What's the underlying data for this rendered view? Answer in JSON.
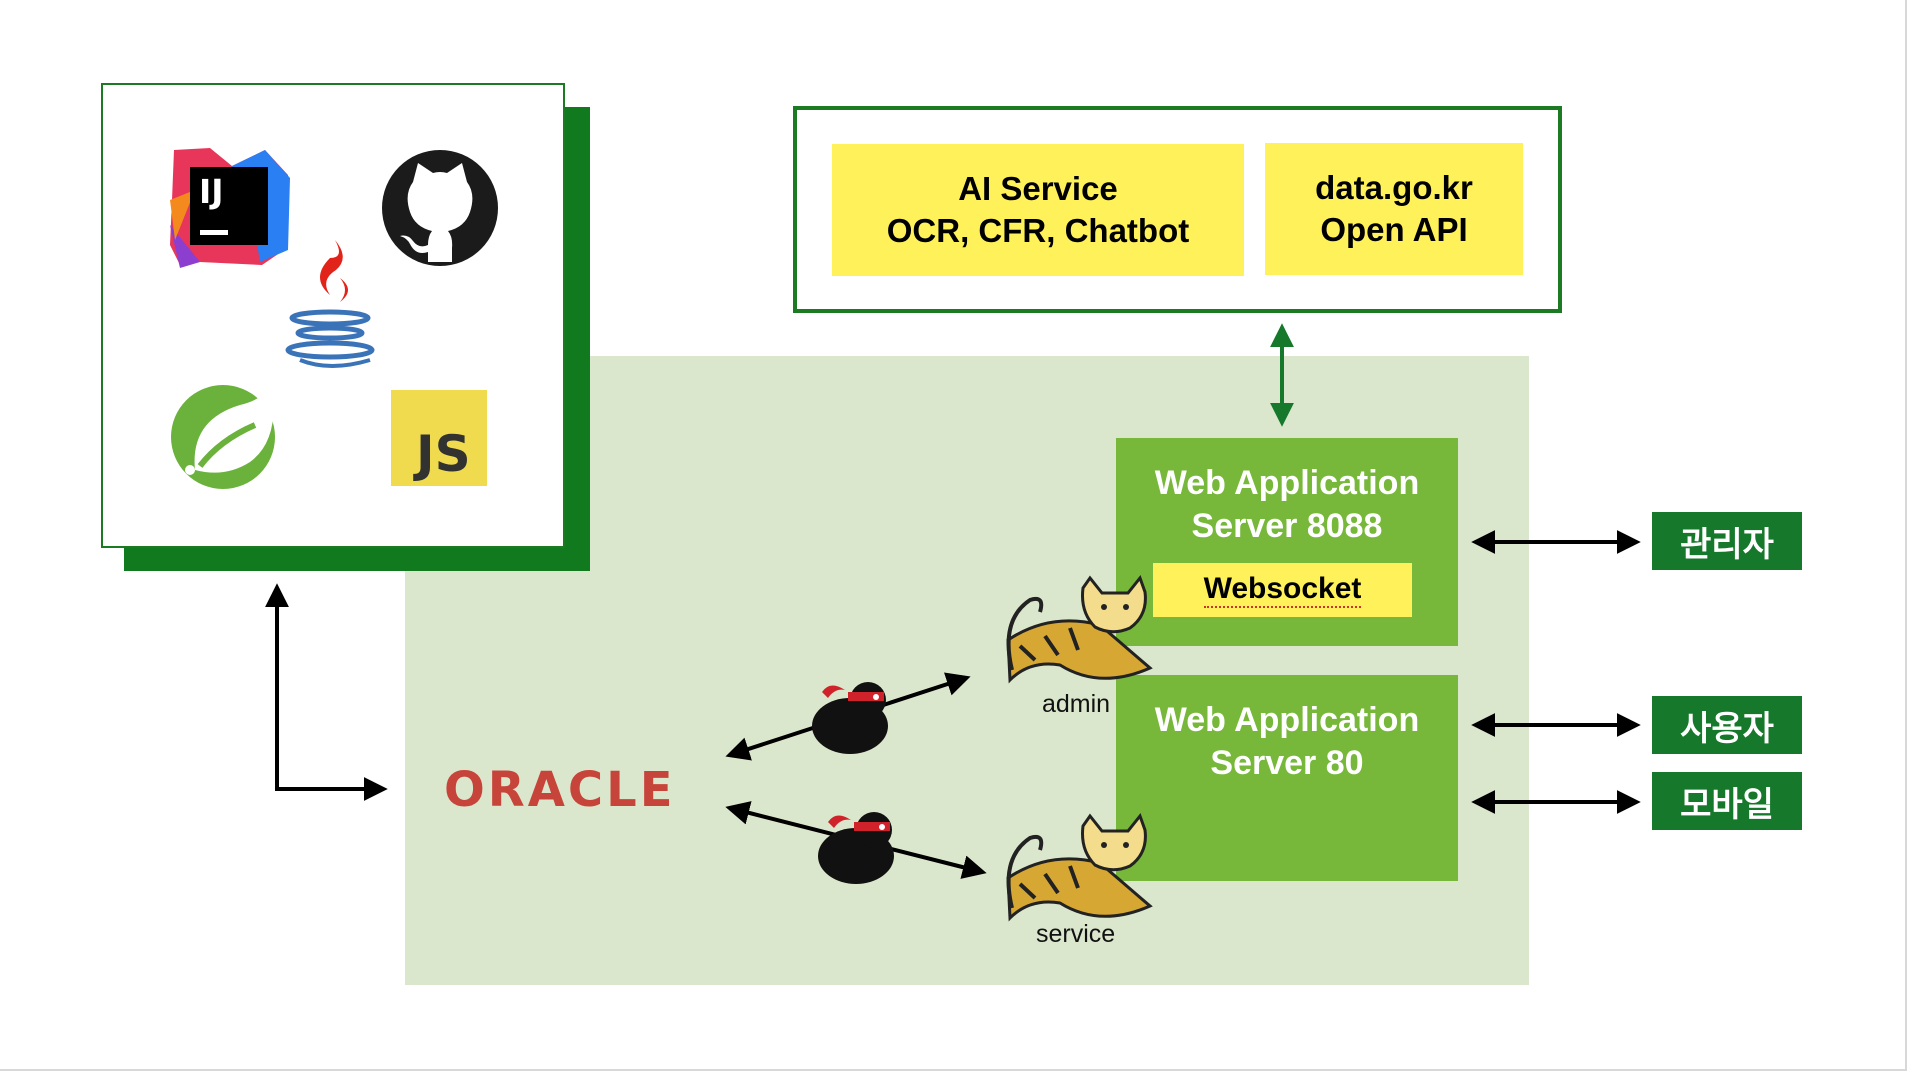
{
  "colors": {
    "dark_green": "#127a1e",
    "zone_green": "#dae7cc",
    "server_green": "#77b83a",
    "yellow": "#fff15a",
    "oracle_red": "#c7443a"
  },
  "tools": {
    "icons": [
      "intellij-icon",
      "github-icon",
      "java-icon",
      "spring-icon",
      "javascript-icon"
    ],
    "intellij_text": "IJ",
    "js_text": "JS"
  },
  "external": {
    "ai_line1": "AI Service",
    "ai_line2": "OCR, CFR, Chatbot",
    "api_line1": "data.go.kr",
    "api_line2": "Open API"
  },
  "servers": {
    "s8088_line1": "Web Application",
    "s8088_line2": "Server 8088",
    "websocket": "Websocket",
    "s80_line1": "Web Application",
    "s80_line2": "Server 80"
  },
  "tomcats": {
    "admin_label": "admin",
    "service_label": "service"
  },
  "database": {
    "name": "ORACLE"
  },
  "clients": {
    "admin": "관리자",
    "user": "사용자",
    "mobile": "모바일"
  }
}
